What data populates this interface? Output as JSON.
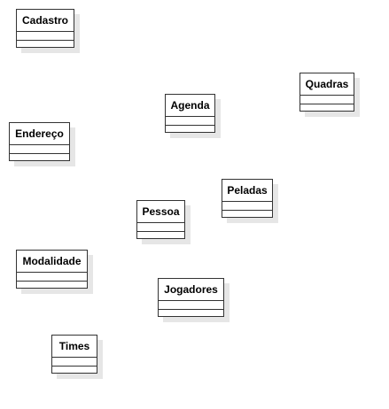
{
  "diagram": {
    "classes": [
      {
        "id": "cadastro",
        "name": "Cadastro"
      },
      {
        "id": "quadras",
        "name": "Quadras"
      },
      {
        "id": "agenda",
        "name": "Agenda"
      },
      {
        "id": "endereco",
        "name": "Endereço"
      },
      {
        "id": "peladas",
        "name": "Peladas"
      },
      {
        "id": "pessoa",
        "name": "Pessoa"
      },
      {
        "id": "modalidade",
        "name": "Modalidade"
      },
      {
        "id": "jogadores",
        "name": "Jogadores"
      },
      {
        "id": "times",
        "name": "Times"
      }
    ]
  },
  "colors": {
    "border": "#333333",
    "shadow": "#e6e6e6",
    "background": "#ffffff"
  }
}
